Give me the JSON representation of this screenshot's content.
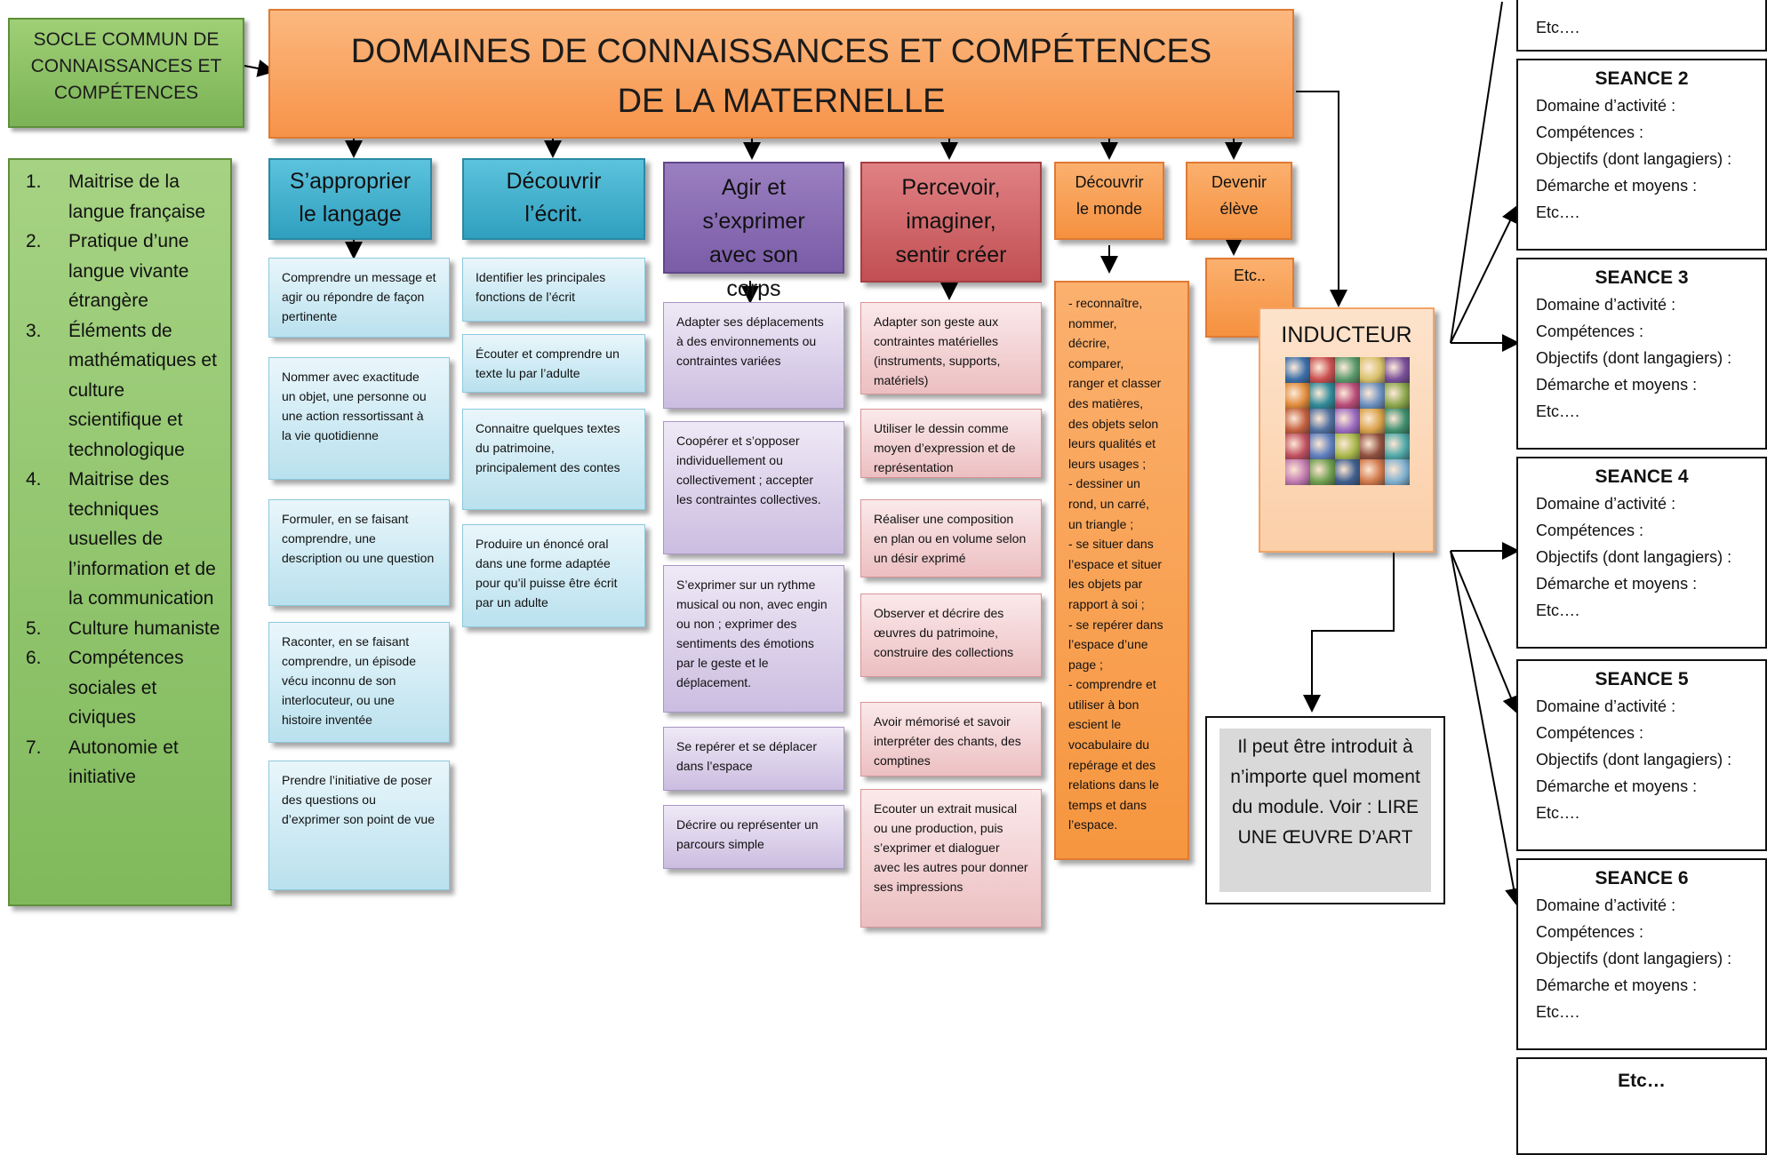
{
  "socle_title": "SOCLE COMMUN DE CONNAISSANCES ET COMPÉTENCES",
  "socle_items": [
    {
      "num": "1.",
      "text": "Maitrise de la langue française"
    },
    {
      "num": "2.",
      "text": "Pratique d’une langue vivante étrangère"
    },
    {
      "num": "3.",
      "text": "Éléments de mathématiques et culture scientifique et technologique"
    },
    {
      "num": "4.",
      "text": "Maitrise des techniques usuelles de l’information et de la communication"
    },
    {
      "num": "5.",
      "text": "Culture humaniste"
    },
    {
      "num": "6.",
      "text": "Compétences sociales et civiques"
    },
    {
      "num": "7.",
      "text": "Autonomie et initiative"
    }
  ],
  "header": {
    "line1": "DOMAINES DE CONNAISSANCES ET COMPÉTENCES",
    "line2": "DE LA MATERNELLE"
  },
  "domains": {
    "langage": {
      "title": "S’approprier le langage",
      "items": [
        "Comprendre un message et agir ou répondre de façon pertinente",
        "Nommer avec exactitude un objet, une personne ou une action ressortissant à la vie quotidienne",
        "Formuler, en se faisant comprendre, une description ou une question",
        "Raconter, en se faisant comprendre, un épisode vécu inconnu de son interlocuteur, ou une histoire inventée",
        "Prendre l’initiative de poser des questions ou d’exprimer son point de vue"
      ]
    },
    "ecrit": {
      "title": "Découvrir l’écrit.",
      "items": [
        "Identifier les principales fonctions de l’écrit",
        "Écouter et comprendre un texte lu par l’adulte",
        "Connaitre quelques textes du patrimoine, principalement des contes",
        "Produire un énoncé oral dans une forme adaptée pour qu’il puisse être écrit par un adulte"
      ]
    },
    "corps": {
      "title": "Agir et s’exprimer avec son corps",
      "items": [
        "Adapter ses déplacements à des environnements ou contraintes variées",
        "Coopérer et s’opposer individuellement ou collectivement ; accepter les contraintes collectives.",
        "S’exprimer sur un rythme musical ou non, avec engin ou non ; exprimer des sentiments des émotions par le geste et le déplacement.",
        "Se repérer et se déplacer dans l’espace",
        "Décrire ou représenter un parcours simple"
      ]
    },
    "percevoir": {
      "title": "Percevoir, imaginer, sentir créer",
      "items": [
        "Adapter son geste aux contraintes matérielles (instruments, supports, matériels)",
        "Utiliser le dessin comme moyen d’expression et de représentation",
        "Réaliser une composition en plan ou en volume selon un désir exprimé",
        "Observer et décrire des œuvres du patrimoine, construire des collections",
        "Avoir mémorisé et savoir interpréter des chants, des comptines",
        "Ecouter un extrait musical ou une production, puis s’exprimer et dialoguer avec les autres pour donner ses impressions"
      ]
    },
    "monde": {
      "title": "Découvrir le monde",
      "lines": [
        "- reconnaître,",
        "nommer,",
        "décrire,",
        "comparer,",
        "ranger et classer",
        "des matières,",
        "des objets selon",
        "leurs qualités et",
        "leurs usages ;",
        "- dessiner un",
        "rond, un carré,",
        "un triangle ;",
        "- se situer dans",
        "l’espace et situer",
        "les objets par",
        "rapport à soi ;",
        "- se repérer dans",
        "l’espace d’une",
        "page ;",
        "- comprendre et",
        "utiliser à bon",
        "escient le",
        "vocabulaire du",
        "repérage et des",
        "relations dans le",
        "temps et dans",
        "l’espace."
      ]
    },
    "eleve": {
      "title": "Devenir élève",
      "etc": "Etc.."
    }
  },
  "inducteur": {
    "title": "INDUCTEUR"
  },
  "note": "Il peut être introduit à n’importe quel moment du module. Voir : LIRE UNE ŒUVRE D’ART",
  "seances": [
    {
      "title": "",
      "fields": [
        "Etc…."
      ]
    },
    {
      "title": "SEANCE 2",
      "fields": [
        "Domaine d’activité :",
        "Compétences :",
        "Objectifs (dont langagiers) :",
        "Démarche et moyens :",
        "Etc…."
      ]
    },
    {
      "title": "SEANCE 3",
      "fields": [
        "Domaine d’activité :",
        "Compétences :",
        "Objectifs (dont langagiers) :",
        "Démarche et moyens :",
        "Etc…."
      ]
    },
    {
      "title": "SEANCE 4",
      "fields": [
        "Domaine d’activité :",
        "Compétences :",
        "Objectifs (dont langagiers) :",
        "Démarche et moyens :",
        "Etc…."
      ]
    },
    {
      "title": "SEANCE 5",
      "fields": [
        "Domaine d’activité :",
        "Compétences :",
        "Objectifs (dont langagiers) :",
        "Démarche et moyens :",
        "Etc…."
      ]
    },
    {
      "title": "SEANCE 6",
      "fields": [
        "Domaine d’activité :",
        "Compétences :",
        "Objectifs (dont langagiers) :",
        "Démarche et moyens :",
        "Etc…."
      ]
    },
    {
      "title": "Etc…",
      "fields": []
    }
  ],
  "colors": {
    "socle": "#8cc265",
    "header": "#f9a35f",
    "blue": "#3fb0cd",
    "purple": "#8a6db3",
    "red": "#d0676a",
    "orange": "#f7a054"
  }
}
